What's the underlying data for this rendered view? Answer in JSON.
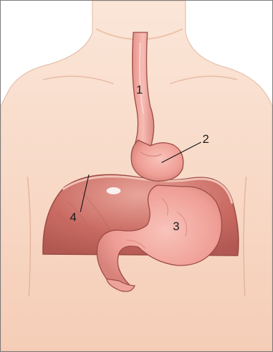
{
  "figure": {
    "subject": "stomach-esophagus-diaphragm",
    "labels": [
      {
        "id": "label-1",
        "text": "1"
      },
      {
        "id": "label-2",
        "text": "2"
      },
      {
        "id": "label-3",
        "text": "3"
      },
      {
        "id": "label-4",
        "text": "4"
      }
    ]
  },
  "colors": {
    "skin": "#f7d7c3",
    "skin_shadow": "#e9b79d",
    "diaphragm": "#c9706a",
    "organ": "#f2a9a1",
    "organ_shadow": "#d97f78",
    "outline": "#9c4a44",
    "leader": "#111111"
  }
}
